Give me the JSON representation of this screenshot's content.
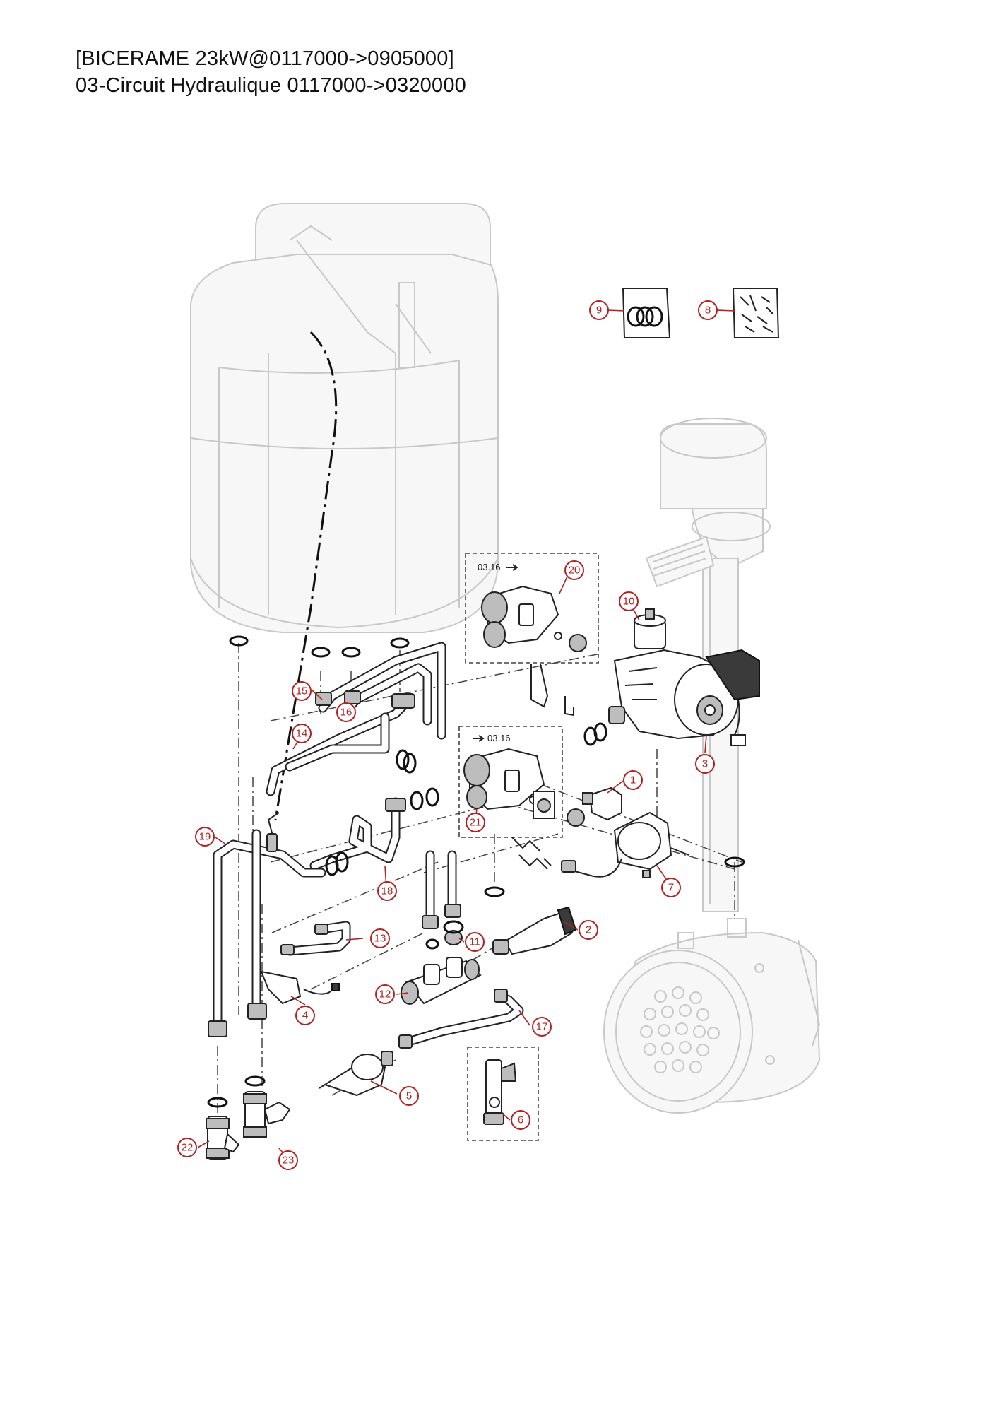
{
  "header": {
    "line1": "[BICERAME 23kW@0117000->0905000]",
    "line2": "03-Circuit Hydraulique 0117000->0320000"
  },
  "box_labels": {
    "box_a": "03.16",
    "box_b": "03.16"
  },
  "callouts": [
    "1",
    "2",
    "3",
    "4",
    "5",
    "6",
    "7",
    "8",
    "9",
    "10",
    "11",
    "12",
    "13",
    "14",
    "15",
    "16",
    "17",
    "18",
    "19",
    "20",
    "21",
    "22",
    "23"
  ],
  "colors": {
    "callout": "#b22222",
    "ghost": "#c8c8c8",
    "ink": "#222222"
  }
}
